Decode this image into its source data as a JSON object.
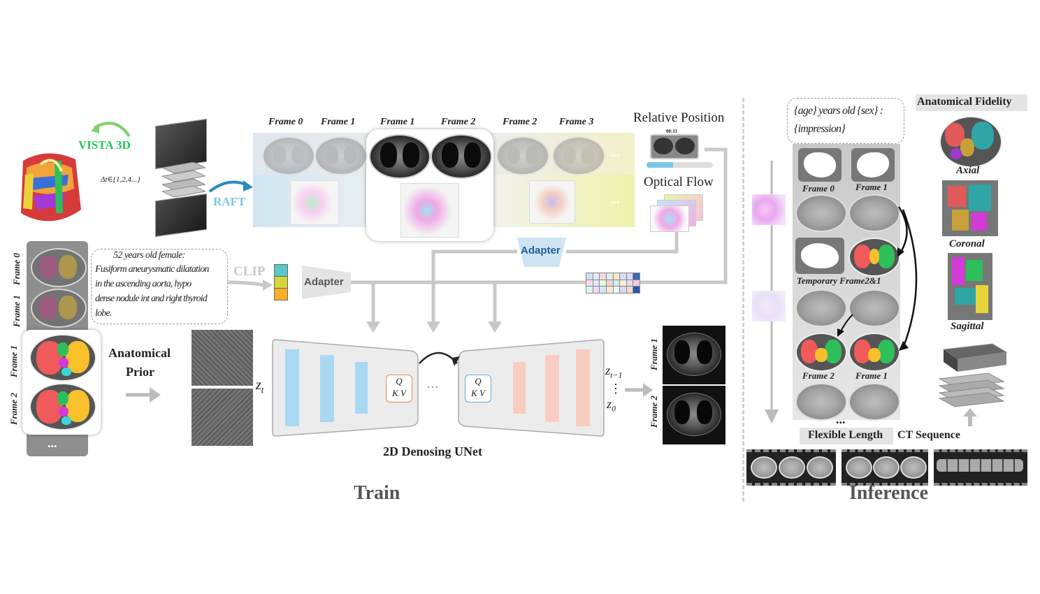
{
  "train": {
    "vista_label": "VISTA 3D",
    "interval_label": "Δt∈{1,2,4...}",
    "raft_label": "RAFT",
    "frames_top": [
      "Frame 0",
      "Frame 1",
      "Frame 1",
      "Frame 2",
      "Frame 2",
      "Frame 3"
    ],
    "frames_more": "...",
    "relative_position": "Relative Position",
    "timestamp": "00:11",
    "optical_flow": "Optical Flow",
    "adapter_top": "Adapter",
    "adapter_mid": "Adapter",
    "clip": "CLIP",
    "prompt_lines": [
      "52 years old female:",
      "Fusiform aneurysmatic dilatation",
      "in the ascending aorta, hypo",
      "dense nodule int and right thyroid",
      "lobe."
    ],
    "left_frames": [
      "Frame 0",
      "Frame 1",
      "Frame 1",
      "Frame 2"
    ],
    "left_more": "...",
    "anatomical_prior": [
      "Anatomical",
      "Prior"
    ],
    "z_t": "z",
    "z_t_sub": "t",
    "z_t1": "z",
    "z_t1_sub": "t−1",
    "z_dots": "⋮",
    "z_0": "z",
    "z_0_sub": "0",
    "qkv_q": "Q",
    "qkv_kv": "K V",
    "middots": "···",
    "output_frames": [
      "Frame 1",
      "Frame 2"
    ],
    "unet_label": "2D Denosing UNet",
    "section_title": "Train"
  },
  "inference": {
    "template_line1": "{age} years old {sex} :",
    "template_line2": "{impression}",
    "frame0": "Frame 0",
    "frame1": "Frame 1",
    "temporary": "Temporary Frame2&1",
    "frame2b": "Frame 2",
    "frame1b": "Frame 1",
    "dots": "...",
    "flexible": "Flexible Length",
    "ct_sequence": "CT Sequence",
    "section_title": "Inference",
    "fidelity_title": "Anatomical Fidelity",
    "axial": "Axial",
    "coronal": "Coronal",
    "sagittal": "Sagittal"
  },
  "colors": {
    "vista_green": "#22c55e",
    "raft_blue": "#7cc4e8",
    "adapter_blue": "#1f5f9a",
    "unet_blue": "#a9d8f2",
    "unet_peach": "#f8cdbf",
    "qkv_orange": "#e8864a",
    "qkv_blue": "#6aa8d8"
  }
}
